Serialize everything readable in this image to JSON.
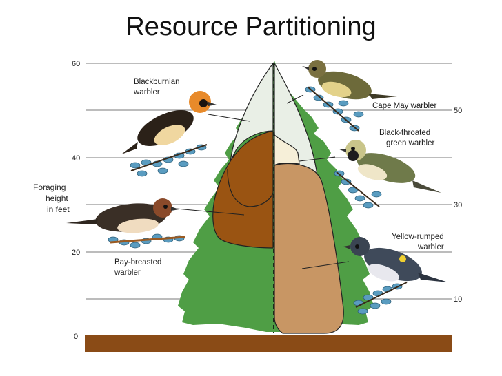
{
  "title": "Resource Partitioning",
  "axis": {
    "label_lines": [
      "Foraging",
      "height",
      "in feet"
    ],
    "left_ticks": [
      "60",
      "40",
      "20",
      "0"
    ],
    "right_ticks": [
      "50",
      "30",
      "10"
    ]
  },
  "birds": {
    "blackburnian": [
      "Blackburnian",
      "warbler"
    ],
    "cape_may": [
      "Cape May warbler"
    ],
    "black_throated": [
      "Black-throated",
      "green warbler"
    ],
    "yellow_rumped": [
      "Yellow-rumped",
      "warbler"
    ],
    "bay_breasted": [
      "Bay-breasted",
      "warbler"
    ]
  },
  "colors": {
    "tree": "#4f9e45",
    "ground": "#8a4b16",
    "dark_zone": "#9a5412",
    "tan_zone": "#c89664",
    "pale_zone": "#e9efe6",
    "cream_zone": "#f6efd8",
    "leaf_blue": "#5a9cc0"
  }
}
